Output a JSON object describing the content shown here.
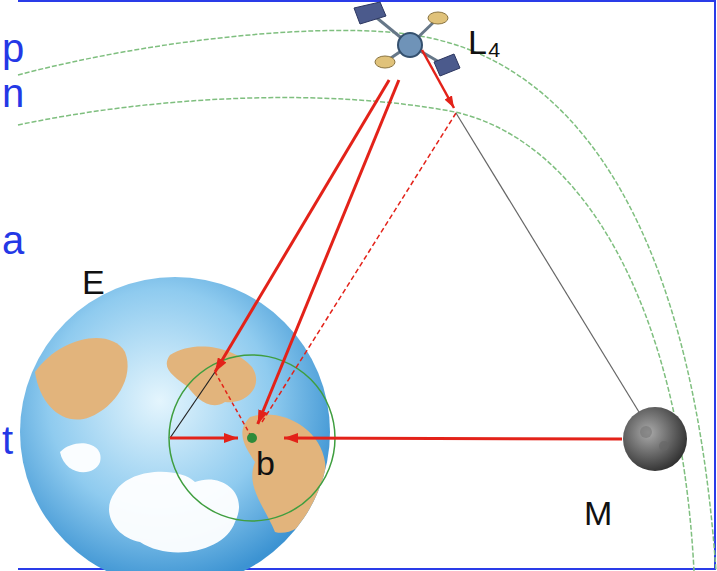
{
  "diagram": {
    "nodes": [
      {
        "text": [
          "L₄"
        ]
      },
      {
        "text": [
          "E"
        ]
      },
      {
        "text": [
          "b"
        ],
        "in": 1
      },
      {
        "text": [
          "M"
        ]
      }
    ],
    "edges": [
      {
        "from": 0,
        "to": 1,
        "arrow": "to"
      },
      {
        "from": 0,
        "to": 2,
        "arrow": "to"
      },
      {
        "from": 1,
        "to": 2,
        "arrow": "to"
      },
      {
        "from": 3,
        "to": 2,
        "arrow": "to"
      }
    ],
    "labels": [
      "p",
      "n",
      "a",
      "t"
    ]
  }
}
